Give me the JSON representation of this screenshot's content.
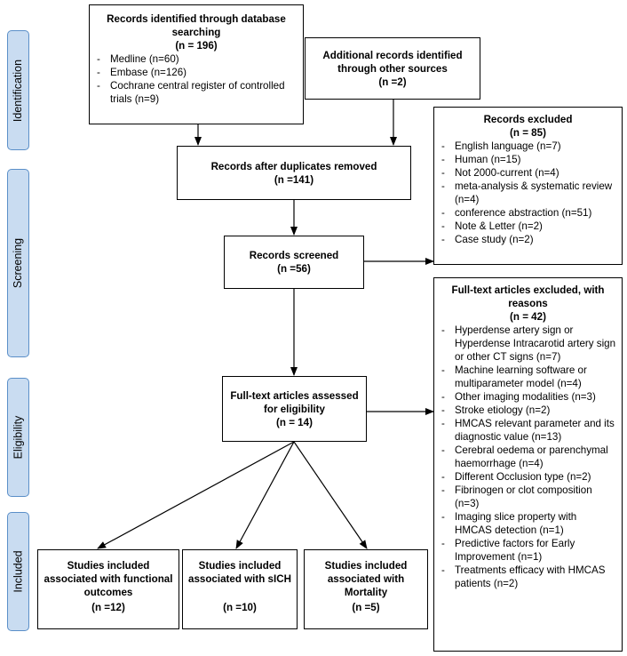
{
  "stages": {
    "identification": "Identification",
    "screening": "Screening",
    "eligibility": "Eligibility",
    "included": "Included"
  },
  "database_search": {
    "title": "Records identified through database searching",
    "count": "(n = 196)",
    "items": [
      "Medline (n=60)",
      "Embase (n=126)",
      "Cochrane central register of controlled trials (n=9)"
    ]
  },
  "other_sources": {
    "title": "Additional records identified through other sources",
    "count": "(n =2)"
  },
  "after_duplicates": {
    "title": "Records after duplicates removed",
    "count": "(n =141)"
  },
  "records_excluded": {
    "title": "Records excluded",
    "count": "(n = 85)",
    "items": [
      "English language (n=7)",
      "Human (n=15)",
      "Not 2000-current (n=4)",
      "meta-analysis & systematic review (n=4)",
      "conference abstraction (n=51)",
      "Note & Letter (n=2)",
      "Case study (n=2)"
    ]
  },
  "records_screened": {
    "title": "Records screened",
    "count": "(n =56)"
  },
  "fulltext_excluded": {
    "title": "Full-text articles excluded, with reasons",
    "count": "(n = 42)",
    "items": [
      "Hyperdense artery sign or Hyperdense Intracarotid artery sign or other CT signs (n=7)",
      "Machine learning software or multiparameter model (n=4)",
      "Other imaging modalities (n=3)",
      "Stroke etiology (n=2)",
      "HMCAS relevant parameter and its diagnostic value (n=13)",
      "Cerebral oedema or parenchymal haemorrhage (n=4)",
      "Different Occlusion type (n=2)",
      "Fibrinogen or clot composition (n=3)",
      "Imaging slice property with HMCAS detection (n=1)",
      "Predictive factors for Early Improvement (n=1)",
      "Treatments efficacy with HMCAS patients (n=2)"
    ]
  },
  "fulltext_assessed": {
    "title": "Full-text articles assessed for eligibility",
    "count": "(n = 14)"
  },
  "included_functional": {
    "title": "Studies included associated with functional outcomes",
    "count": "(n =12)"
  },
  "included_sich": {
    "title": "Studies included associated with sICH",
    "count": "(n =10)"
  },
  "included_mortality": {
    "title": "Studies included associated with Mortality",
    "count": "(n =5)"
  },
  "colors": {
    "stage_fill": "#c9dcf1",
    "stage_border": "#5b8fc8",
    "box_border": "#000000"
  }
}
